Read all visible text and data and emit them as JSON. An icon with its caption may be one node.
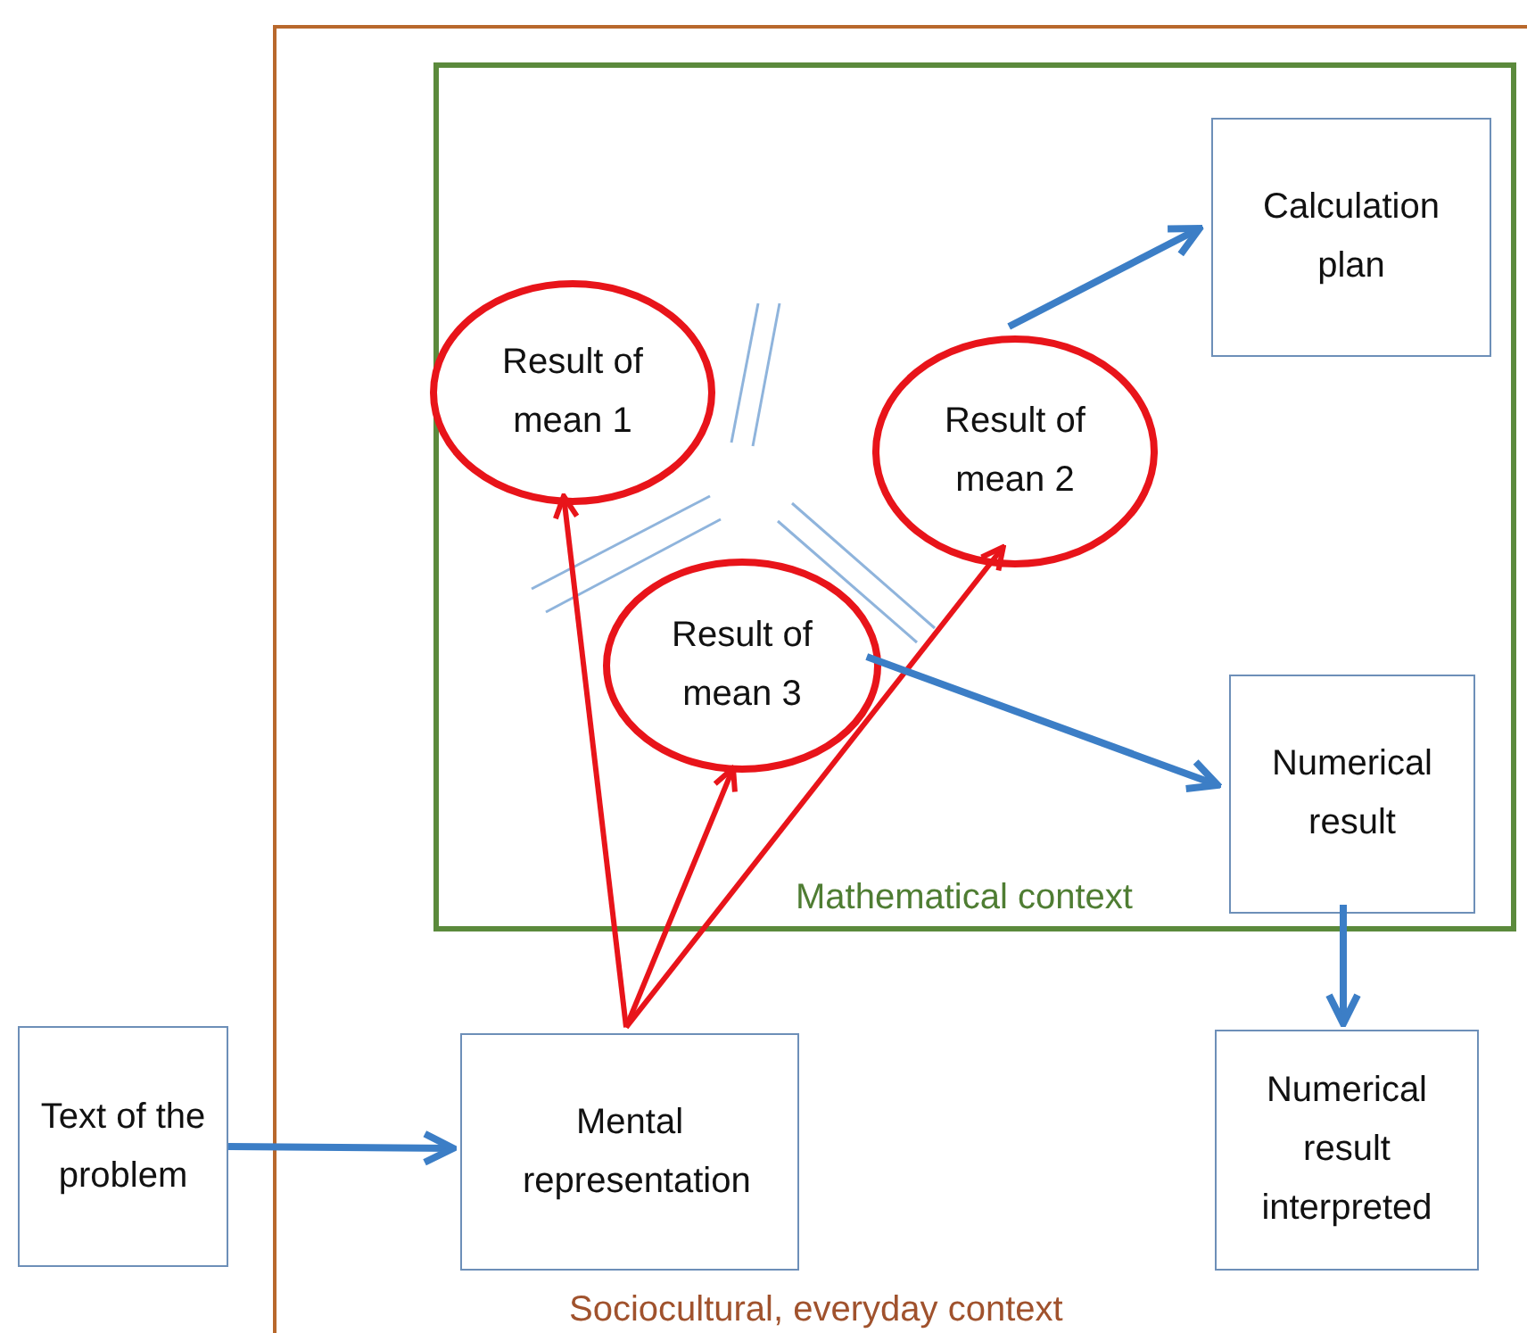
{
  "diagram": {
    "nodes": [
      {
        "text": [
          "Sociocultural, everyday context"
        ]
      },
      {
        "text": [
          "Mathematical context"
        ],
        "in": 0
      },
      {
        "text": [
          "Result of mean 1"
        ],
        "in": 1
      },
      {
        "text": [
          "Result of mean 2"
        ],
        "in": 1
      },
      {
        "text": [
          "Result of mean 3"
        ],
        "in": 1
      },
      {
        "text": [
          "Calculation plan"
        ],
        "in": 1
      },
      {
        "text": [
          "Numerical result"
        ],
        "in": 1
      },
      {
        "text": [
          "Text of the problem"
        ]
      },
      {
        "text": [
          "Mental representation"
        ],
        "in": 0
      },
      {
        "text": [
          "Numerical result interpreted"
        ],
        "in": 0
      }
    ],
    "edges": [
      {
        "from": 7,
        "to": 8,
        "arrow": "to"
      },
      {
        "from": 8,
        "to": 2,
        "arrow": "to",
        "color": "#e8141a"
      },
      {
        "from": 8,
        "to": 4,
        "arrow": "to",
        "color": "#e8141a"
      },
      {
        "from": 8,
        "to": 3,
        "arrow": "to",
        "color": "#e8141a"
      },
      {
        "from": 3,
        "to": 5,
        "arrow": "to"
      },
      {
        "from": 4,
        "to": 6,
        "arrow": "to"
      },
      {
        "from": 6,
        "to": 9,
        "arrow": "to"
      }
    ]
  }
}
